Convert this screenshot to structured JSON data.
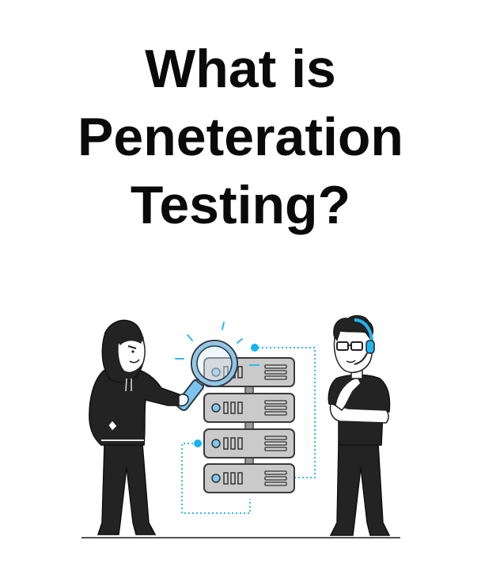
{
  "title": {
    "lines": [
      "What is",
      "Peneteration",
      "Testing?"
    ],
    "full_text": "What is Peneteration Testing?"
  },
  "illustration": {
    "description": "Hooded hacker inspecting a server rack with a magnifying glass while a developer wearing a headset and glasses ponders",
    "figures": [
      "hacker-with-magnifying-glass",
      "server-rack",
      "developer-with-headset"
    ],
    "server_count": 4,
    "colors": {
      "accent": "#1fb6f0",
      "accent_light": "#8fd0f2",
      "server_fill": "#c9c9c9",
      "outline": "#3a3a3a",
      "clothing": "#222222",
      "ground": "#555555"
    }
  }
}
